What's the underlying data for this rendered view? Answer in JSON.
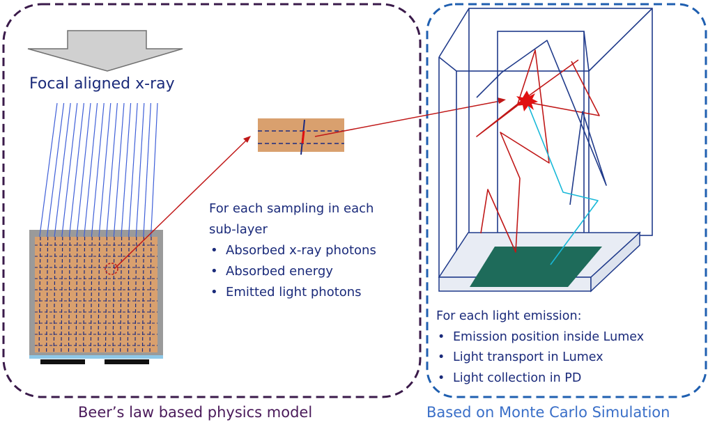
{
  "left_panel": {
    "arrow_label": "Focal aligned x-ray",
    "sampling_heading_line1": "For each sampling in each",
    "sampling_heading_line2": "sub-layer",
    "sampling_items": [
      "Absorbed x-ray photons",
      "Absorbed energy",
      "Emitted light photons"
    ],
    "caption": "Beer’s law based physics model"
  },
  "right_panel": {
    "emission_heading": "For each light emission:",
    "emission_items": [
      "Emission position inside Lumex",
      "Light transport in Lumex",
      "Light collection in PD"
    ],
    "caption": "Based on Monte Carlo Simulation"
  },
  "colors": {
    "left_border": "#3a1a4a",
    "right_border": "#1f5fb0",
    "scintillator": "#d9a06e",
    "frame_gray": "#9a9a9a",
    "ray_blue": "#3f5fd8",
    "dash_navy": "#1a2a80",
    "track_red": "#c01818",
    "track_cyan": "#18b8d8",
    "box_navy": "#1f3a8a",
    "photodiode_green": "#1e6b5a"
  }
}
